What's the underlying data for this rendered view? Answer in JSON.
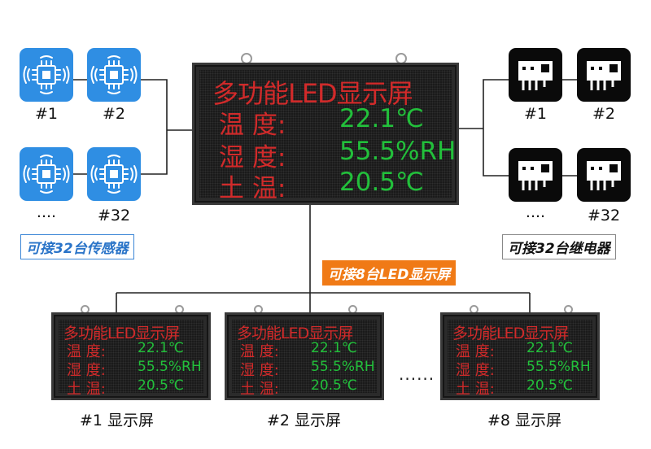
{
  "sensors": {
    "labels": [
      "#1",
      "#2",
      "....",
      "#32"
    ],
    "tag": "可接32台传感器",
    "icon": "sensor-chip-icon",
    "color": "#2f8ee3"
  },
  "relays": {
    "labels": [
      "#1",
      "#2",
      "....",
      "#32"
    ],
    "tag": "可接32台继电器",
    "icon": "relay-module-icon",
    "color": "#0a0a0a"
  },
  "main_display": {
    "title": "多功能LED显示屏",
    "rows": [
      {
        "label": "温  度:",
        "value": "22.1℃"
      },
      {
        "label": "湿  度:",
        "value": "55.5%RH"
      },
      {
        "label": "土  温:",
        "value": "20.5℃"
      }
    ]
  },
  "display_tag": "可接8台LED显示屏",
  "small_displays": [
    {
      "caption": "#1 显示屏"
    },
    {
      "caption": "#2 显示屏"
    },
    {
      "caption": "#8 显示屏"
    }
  ],
  "ellipsis": "......",
  "colors": {
    "led_red": "#d12a2a",
    "led_green": "#22c03b",
    "accent_orange": "#f07a16"
  }
}
